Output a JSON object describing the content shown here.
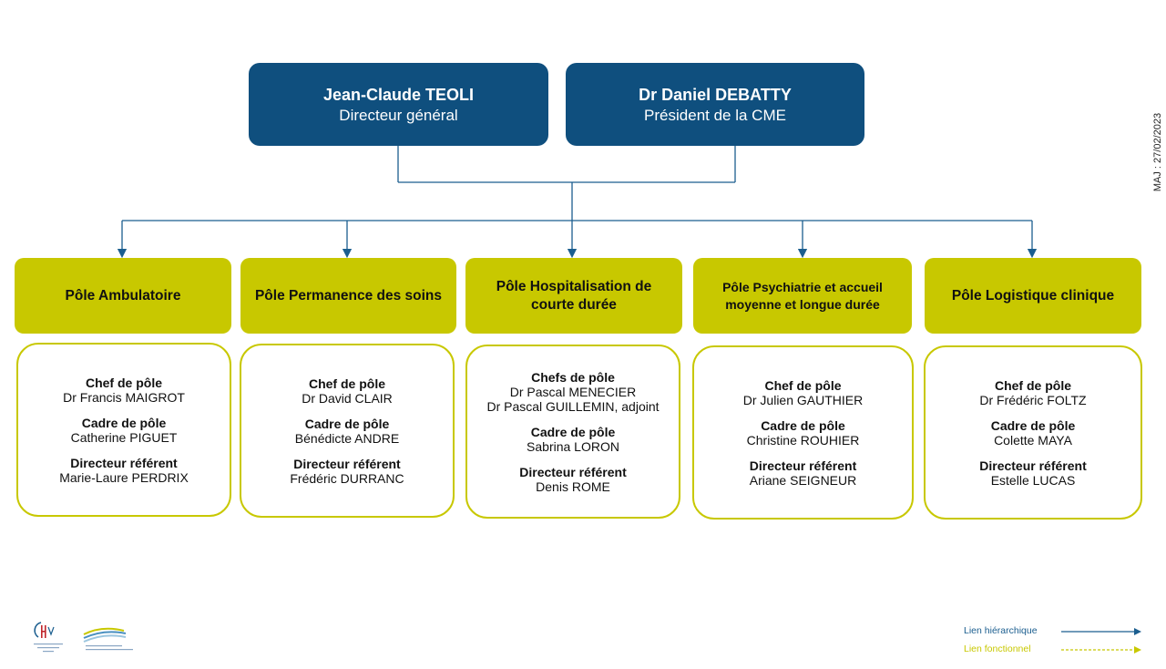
{
  "leaders": [
    {
      "name": "Jean-Claude TEOLI",
      "role": "Directeur général"
    },
    {
      "name": "Dr Daniel DEBATTY",
      "role": "Président de la CME"
    }
  ],
  "poles": [
    {
      "title": "Pôle Ambulatoire",
      "groups": [
        {
          "role": "Chef de pôle",
          "people": [
            "Dr Francis MAIGROT"
          ]
        },
        {
          "role": "Cadre de pôle",
          "people": [
            "Catherine PIGUET"
          ]
        },
        {
          "role": "Directeur référent",
          "people": [
            "Marie-Laure PERDRIX"
          ]
        }
      ]
    },
    {
      "title": "Pôle Permanence des soins",
      "groups": [
        {
          "role": "Chef de pôle",
          "people": [
            "Dr David CLAIR"
          ]
        },
        {
          "role": "Cadre de pôle",
          "people": [
            "Bénédicte ANDRE"
          ]
        },
        {
          "role": "Directeur référent",
          "people": [
            "Frédéric DURRANC"
          ]
        }
      ]
    },
    {
      "title": "Pôle Hospitalisation de courte durée",
      "groups": [
        {
          "role": "Chefs de pôle",
          "people": [
            "Dr Pascal MENECIER",
            "Dr Pascal GUILLEMIN, adjoint"
          ]
        },
        {
          "role": "Cadre de pôle",
          "people": [
            "Sabrina LORON"
          ]
        },
        {
          "role": "Directeur référent",
          "people": [
            "Denis ROME"
          ]
        }
      ]
    },
    {
      "title": "Pôle Psychiatrie et accueil moyenne et longue durée",
      "groups": [
        {
          "role": "Chef de pôle",
          "people": [
            "Dr Julien GAUTHIER"
          ]
        },
        {
          "role": "Cadre de pôle",
          "people": [
            "Christine ROUHIER"
          ]
        },
        {
          "role": "Directeur référent",
          "people": [
            "Ariane SEIGNEUR"
          ]
        }
      ]
    },
    {
      "title": "Pôle Logistique clinique",
      "groups": [
        {
          "role": "Chef de pôle",
          "people": [
            "Dr Frédéric FOLTZ"
          ]
        },
        {
          "role": "Cadre de pôle",
          "people": [
            "Colette MAYA"
          ]
        },
        {
          "role": "Directeur référent",
          "people": [
            "Estelle LUCAS"
          ]
        }
      ]
    }
  ],
  "update_date": "MAJ : 27/02/2023",
  "legend": {
    "hierarchical": "Lien hiérarchique",
    "functional": "Lien fonctionnel"
  },
  "colors": {
    "navy": "#0f4f7e",
    "pole": "#c8c800",
    "functional": "#c8c800"
  }
}
